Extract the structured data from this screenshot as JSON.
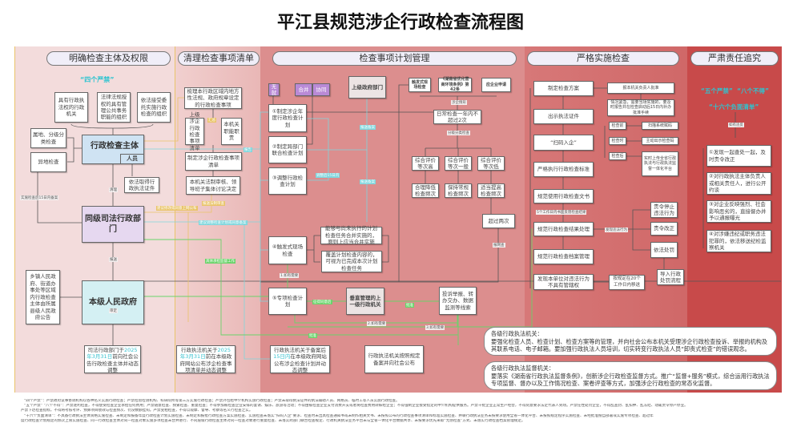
{
  "title": "平江县规范涉企行政检查流程图",
  "sections": [
    "明确检查主体及权限",
    "清理检查事项清单",
    "检查事项计划管理",
    "严格实施检查",
    "严肃责任追究"
  ],
  "col1": {
    "four_bans": "“四个严禁”",
    "subjects": [
      "具有行政执法权的行政机关",
      "法律法规授权的具有管理公共事务职能的组织",
      "依法接受委托实施行政检查的组织"
    ],
    "local": "属地、分级分类检查",
    "remote": "异地检查",
    "main_subject": "行政检查主体",
    "personnel": "人员",
    "cert": "依法取得行政执法证件",
    "justice": "同级司法行政部门",
    "gov": "本级人民政府",
    "township": "乡镇人民政府、街道办事处等区域内行政检查主体由所属县级人民政府公告",
    "publish_pre": "司法行政部门于",
    "publish_date": "2025年3月31日",
    "publish_post": "前向社会公告行政检查主体并动态调整",
    "lbl_filing": "实施检查后15日内备案",
    "lbl_clean": "清理",
    "lbl_report": "报送",
    "lbl_approve": "审定"
  },
  "col2": {
    "sort": "梳理本行政区域内地方性法规、政府规章设定的行政检查事项",
    "upper_list": "上级涉企行政检查事项清单",
    "duties": "本机关职能职责",
    "make_list": "制定涉企行政检查事项清单",
    "review": "本机关法制审核、领导班子集体讨论决定",
    "publish_pre": "行政执法机关于",
    "publish_date": "2025年3月31日",
    "publish_post": "前在本级政府网站公布涉企检查事项清单并动态调整",
    "lbl_merge": "汇总",
    "lbl_legal": "报送法制审查",
    "lbl_suggest": "建议修改或同意上网公布",
    "lbl_plan": "建议调整检查计划或同意备案",
    "lbl_supervise": "具体承担监督工作",
    "lbl_report": "报告"
  },
  "col3": {
    "tags": [
      "无就",
      "合并",
      "协同"
    ],
    "plan1": "①制定涉企年度行政检查计划",
    "plan2": "②制定跨部门联合检查计划",
    "plan3": "③调整行政检查计划",
    "plan4": "④触发式现场检查",
    "plan5": "⑤专项检查计划",
    "upper_gov": "上级政府部门",
    "triggers": [
      "触发式现场检查",
      "《湖南省优化营商环境条例》第42条",
      "应企业申请"
    ],
    "daily": "日常检查一年内不超过2次",
    "grades": [
      "综合评价等次高",
      "综合评价等次一般",
      "综合评价等次低"
    ],
    "freq": [
      "合理降低检查频次",
      "保持常规检查频次",
      "适当提高检查频次"
    ],
    "over": "超过两次",
    "merge_ok": "能够与尚未执行的计划检查任务合并实施的，原则上应当合并实施",
    "covered": "覆盖计划检查内容的，可视为已完成本次计划检查任务",
    "vertical": "垂直管理的上一级行政机关",
    "clues": "投诉举报、转办交办、数据监测等线索",
    "publish_pre": "行政执法机关于备案后",
    "publish_date": "15日内",
    "publish_post": "在本级政府网站公布涉企检查计划并动态调整",
    "filing": "行政执法机关按照规定备案并向社会公布",
    "lbl_filing1": "报送备案",
    "lbl_filing2": "报送备案",
    "lbl_15d": "调整后15日内",
    "lbl_case": "涉企情形",
    "lbl_grade": "分级分类检查",
    "lbl_need1": "1.如有需要",
    "lbl_need2": "2.如有需要",
    "lbl_need3": "3.如有需要",
    "lbl_approve_req": "征得同意后",
    "lbl_ok": "批准",
    "lbl_ok2": "批准",
    "lbl_net": "报网查"
  },
  "col4": {
    "plan": "制定检查方案",
    "approve": "报本机关负责人批准",
    "urgent": "情况紧急，需要当场实施的，要及时报告并在检查启动后15日内补办批准手续",
    "cert": "出示执法证件",
    "scan": "“扫码入企”",
    "phases": [
      "检查前",
      "检查时",
      "检查后"
    ],
    "phase_actions": [
      "扫描系统赋码",
      "主动出示检查码",
      "实时上传全省行政执法与行政执法监督一体化平台"
    ],
    "standard": "严格执行行政检查标准",
    "docs": "规范使用行政检查文书",
    "lbl_feedback": "5个工作日内书面反馈检查结果",
    "result": "规范行政检查结果处理",
    "lbl_found": "发现违法行为",
    "outcomes": [
      "责令停止违法行为",
      "责令改正",
      "依法处罚"
    ],
    "penalty": "导入行政处罚流程",
    "archive": "规范行政检查档案管理",
    "nojur": "发现本单位对违法行为不具有管辖权",
    "transfer": "按规定在20个工作日内移送"
  },
  "col5": {
    "bans": "“五个严禁”  “八个不得”",
    "neg": "“十六个负面清单”",
    "lbl_violate": "如有违反",
    "items": [
      "①发现一起查处一起，及时责令改正",
      "②对行政执法主体负责人或相关责任人，进行公开约谈",
      "③对企业反映强烈、社会影响恶劣的，直接督办并予以通报曝光",
      "④对涉嫌违纪或职务违法犯罪的，依法移送纪检监察机关"
    ]
  },
  "notes": [
    {
      "head": "各级行政执法机关：",
      "body": "要强化检查人员、检查计划、检查方案等的管理，并向社会公布本机关受理涉企行政检查投诉、举报的机构及其联系电话、电子邮箱。要加强行政执法人员培训，切实转变行政执法人员“卸责式检查”的错误观念。"
    },
    {
      "head": "各级行政执法监督机关：",
      "body": "要落实《湖南省行政执法监督条例》，创新涉企行政检查监督方式。推广“监督+服务”模式，综合运用行政执法专项监督、督办以及工作情况检查、案卷评查等方式，加强涉企行政检查的常态化监督。"
    }
  ],
  "footnotes": [
    "“四个严禁”：严禁政府议事协调机构以各种名义实施行政检查；严禁检验检测机构、科研院所等第三方实施行政检查；严禁外包给中介机构实施行政检查；严禁未取得执法证件的执法辅助人员、网格员、临时工等人员实施行政检查。",
    "“五个严禁” “八个不得”：严禁逐利检查，不得使受检查企业承担任何费用；严禁随意检查、频繁检查、重复检查；不得参加被检查企业安排的宴请、娱乐、旅游等活动；不得由被检查企业支付消费开支或者将检查费用转嫁给企业；不得强制企业接受指定的中介机构提供服务。严禁干扰企业正常生产经营，不得刻意要求法定代表人到场。严禁任性处罚企业，不得乱查封、乱扣押、乱冻结、动辄责令停产停业。",
    "严禁下达检查指标，不得将考核考评、预算项目绩效与检查频次、罚没数额挂钩。严禁变相检查，不得以观摩、督导、考察等名义行检查之实。",
    "“十六个负面清单”：不具备行政执法主体资格实施检查、未制定和报备年度行政检查计划实施检查、未制定和报批行政检查方案实施检查、实施检查未落实“扫码入企”要求、检查时未出具检查通知书或未制作相关文书、未按照公布的行政检查事项清单和标准实施检查、并联行政执法业务未按要求使用全省一体化平台、未按照规定程序实施检查、未经批准擅自部署或实施专项检查、超过年",
    "度行政检查计划规定的频次上限实施检查、同一行政检查主体对同一检查对象实施多项检查未合并进行、不同层级行政检查主体对同一检查对象进行重复检查、未落实跨部门联合检查规定、行政机关执法业务平台未与全省一体化平台数据共享、未按要求优先采取“无感检查”方式、未落实行政检查档案管理规定。"
  ]
}
